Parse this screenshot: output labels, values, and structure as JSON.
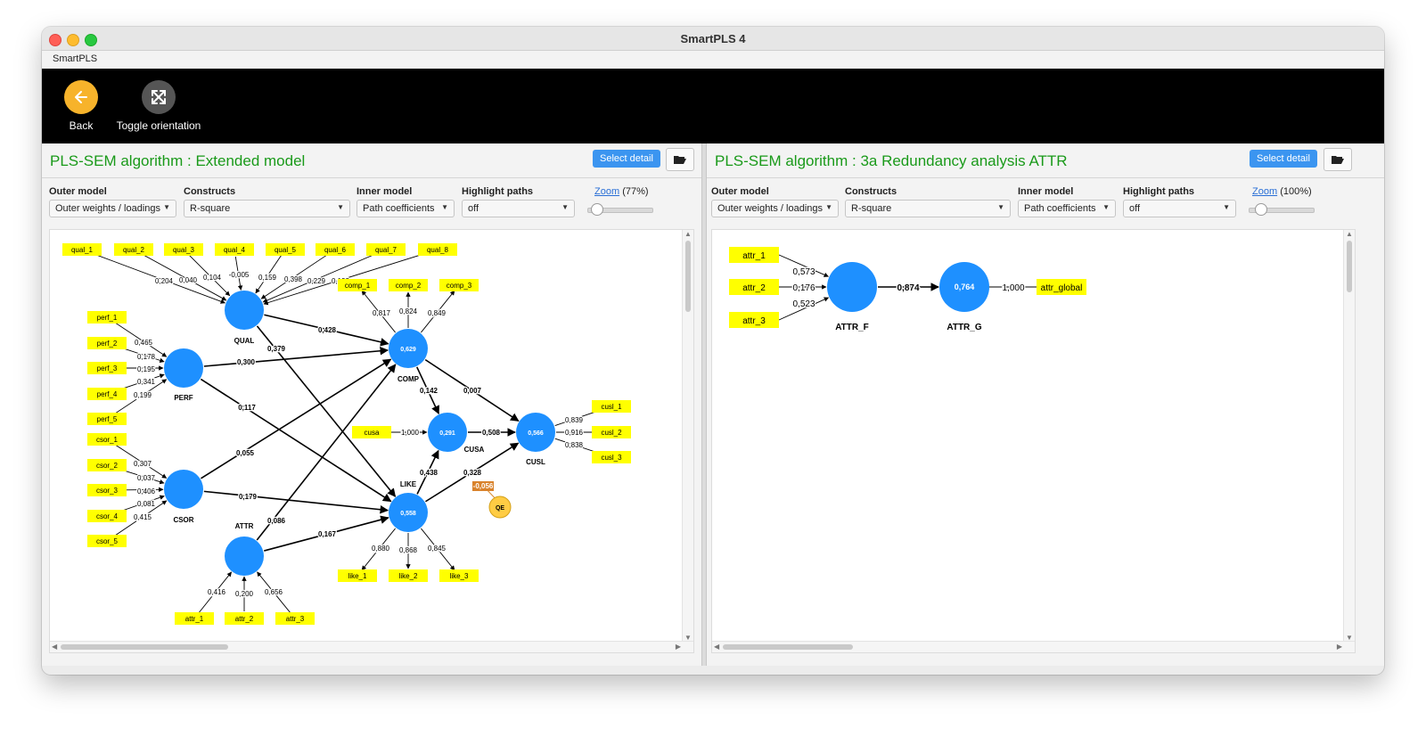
{
  "window": {
    "title": "SmartPLS 4",
    "menu": "SmartPLS"
  },
  "toolbar": {
    "back": "Back",
    "toggle": "Toggle orientation"
  },
  "left": {
    "title": "PLS-SEM algorithm : Extended model",
    "select_detail": "Select detail",
    "outer_label": "Outer model",
    "outer_value": "Outer weights / loadings",
    "constructs_label": "Constructs",
    "constructs_value": "R-square",
    "inner_label": "Inner model",
    "inner_value": "Path coefficients",
    "highlight_label": "Highlight paths",
    "highlight_value": "off",
    "zoom_link": "Zoom",
    "zoom_value": "(77%)",
    "zoom_fraction": 0.05
  },
  "right": {
    "title": "PLS-SEM algorithm : 3a Redundancy analysis ATTR",
    "select_detail": "Select detail",
    "outer_label": "Outer model",
    "outer_value": "Outer weights / loadings",
    "constructs_label": "Constructs",
    "constructs_value": "R-square",
    "inner_label": "Inner model",
    "inner_value": "Path coefficients",
    "highlight_label": "Highlight paths",
    "highlight_value": "off",
    "zoom_link": "Zoom",
    "zoom_value": "(100%)",
    "zoom_fraction": 0.1
  },
  "colors": {
    "construct": "#1e90ff",
    "indicator": "#ffff00",
    "moderator": "#ffcc44",
    "title_green": "#1a9a1a",
    "accent": "#3b95f0"
  },
  "left_model": {
    "constructs": [
      {
        "id": "QUAL",
        "r2": ""
      },
      {
        "id": "PERF",
        "r2": ""
      },
      {
        "id": "CSOR",
        "r2": ""
      },
      {
        "id": "ATTR",
        "r2": ""
      },
      {
        "id": "COMP",
        "r2": "0,629"
      },
      {
        "id": "LIKE",
        "r2": "0,558"
      },
      {
        "id": "CUSA",
        "r2": "0,291"
      },
      {
        "id": "CUSL",
        "r2": "0,566"
      },
      {
        "id": "QE",
        "r2": ""
      }
    ],
    "indicators": {
      "qual": [
        "qual_1",
        "qual_2",
        "qual_3",
        "qual_4",
        "qual_5",
        "qual_6",
        "qual_7",
        "qual_8"
      ],
      "perf": [
        "perf_1",
        "perf_2",
        "perf_3",
        "perf_4",
        "perf_5"
      ],
      "csor": [
        "csor_1",
        "csor_2",
        "csor_3",
        "csor_4",
        "csor_5"
      ],
      "attr": [
        "attr_1",
        "attr_2",
        "attr_3"
      ],
      "comp": [
        "comp_1",
        "comp_2",
        "comp_3"
      ],
      "like": [
        "like_1",
        "like_2",
        "like_3"
      ],
      "cusl": [
        "cusl_1",
        "cusl_2",
        "cusl_3"
      ],
      "cusa": [
        "cusa"
      ]
    },
    "outer_weights": {
      "qual": [
        "0,204",
        "0,040",
        "0,104",
        "-0,005",
        "0,159",
        "0,398",
        "0,229",
        "0,192"
      ],
      "perf": [
        "0,465",
        "0,178",
        "0,195",
        "0,341",
        "0,199"
      ],
      "csor": [
        "0,307",
        "0,037",
        "0,406",
        "0,081",
        "0,415"
      ],
      "attr": [
        "0,416",
        "0,200",
        "0,656"
      ],
      "comp": [
        "0,817",
        "0,824",
        "0,849"
      ],
      "like": [
        "0,880",
        "0,868",
        "0,845"
      ],
      "cusl": [
        "0,839",
        "0,916",
        "0,838"
      ],
      "cusa": [
        "1,000"
      ]
    },
    "paths": [
      {
        "from": "QUAL",
        "to": "COMP",
        "value": "0,428"
      },
      {
        "from": "QUAL",
        "to": "LIKE",
        "value": "0,379"
      },
      {
        "from": "PERF",
        "to": "COMP",
        "value": "0,300"
      },
      {
        "from": "PERF",
        "to": "LIKE",
        "value": "0,117"
      },
      {
        "from": "CSOR",
        "to": "COMP",
        "value": "0,055"
      },
      {
        "from": "CSOR",
        "to": "LIKE",
        "value": "0,179"
      },
      {
        "from": "ATTR",
        "to": "COMP",
        "value": "0,086"
      },
      {
        "from": "ATTR",
        "to": "LIKE",
        "value": "0,167"
      },
      {
        "from": "COMP",
        "to": "CUSA",
        "value": "0,142"
      },
      {
        "from": "COMP",
        "to": "CUSL",
        "value": "0,007"
      },
      {
        "from": "LIKE",
        "to": "CUSA",
        "value": "0,438"
      },
      {
        "from": "LIKE",
        "to": "CUSL",
        "value": "0,328"
      },
      {
        "from": "CUSA",
        "to": "CUSL",
        "value": "0,508"
      }
    ],
    "moderator_effect": "-0,056"
  },
  "right_model": {
    "constructs": [
      {
        "id": "ATTR_F",
        "r2": ""
      },
      {
        "id": "ATTR_G",
        "r2": "0,764"
      }
    ],
    "indicators": [
      "attr_1",
      "attr_2",
      "attr_3",
      "attr_global"
    ],
    "weights": [
      "0,573",
      "0,176",
      "0,523",
      "1,000"
    ],
    "path": {
      "from": "ATTR_F",
      "to": "ATTR_G",
      "value": "0,874"
    }
  }
}
